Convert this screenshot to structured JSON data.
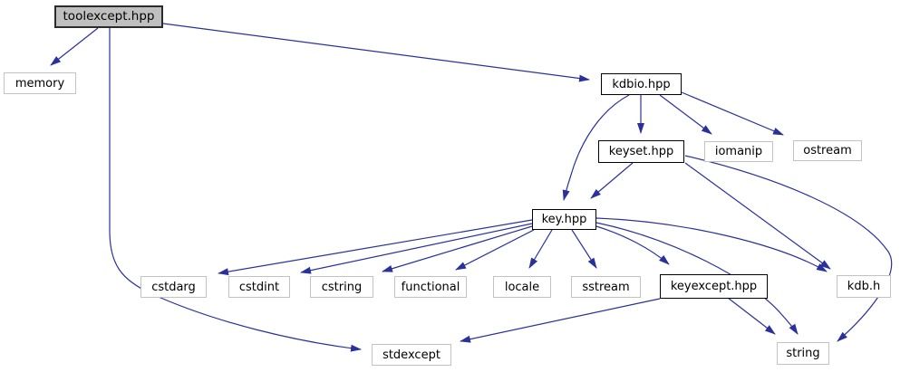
{
  "diagram": {
    "name": "toolexcept.hpp include dependency graph",
    "colors": {
      "edge": "#2a319b",
      "root_fill": "#bfbfbf",
      "root_border": "#2b2b2b",
      "linked_border": "#000000",
      "leaf_border": "#c2c2c2",
      "background": "#ffffff",
      "text": "#000000"
    },
    "nodes": [
      {
        "id": "toolexcept",
        "label": "toolexcept.hpp",
        "kind": "root"
      },
      {
        "id": "memory",
        "label": "memory",
        "kind": "leaf"
      },
      {
        "id": "kdbio",
        "label": "kdbio.hpp",
        "kind": "linked"
      },
      {
        "id": "keyset",
        "label": "keyset.hpp",
        "kind": "linked"
      },
      {
        "id": "iomanip",
        "label": "iomanip",
        "kind": "leaf"
      },
      {
        "id": "ostream",
        "label": "ostream",
        "kind": "leaf"
      },
      {
        "id": "key",
        "label": "key.hpp",
        "kind": "linked"
      },
      {
        "id": "cstdarg",
        "label": "cstdarg",
        "kind": "leaf"
      },
      {
        "id": "cstdint",
        "label": "cstdint",
        "kind": "leaf"
      },
      {
        "id": "cstring",
        "label": "cstring",
        "kind": "leaf"
      },
      {
        "id": "functional",
        "label": "functional",
        "kind": "leaf"
      },
      {
        "id": "locale",
        "label": "locale",
        "kind": "leaf"
      },
      {
        "id": "sstream",
        "label": "sstream",
        "kind": "leaf"
      },
      {
        "id": "keyexcept",
        "label": "keyexcept.hpp",
        "kind": "linked"
      },
      {
        "id": "kdbh",
        "label": "kdb.h",
        "kind": "leaf"
      },
      {
        "id": "stdexcept",
        "label": "stdexcept",
        "kind": "leaf"
      },
      {
        "id": "string",
        "label": "string",
        "kind": "leaf"
      }
    ],
    "edges": [
      {
        "from": "toolexcept.hpp",
        "to": "memory"
      },
      {
        "from": "toolexcept.hpp",
        "to": "kdbio.hpp"
      },
      {
        "from": "toolexcept.hpp",
        "to": "stdexcept"
      },
      {
        "from": "kdbio.hpp",
        "to": "keyset.hpp"
      },
      {
        "from": "kdbio.hpp",
        "to": "key.hpp"
      },
      {
        "from": "kdbio.hpp",
        "to": "iomanip"
      },
      {
        "from": "kdbio.hpp",
        "to": "ostream"
      },
      {
        "from": "keyset.hpp",
        "to": "key.hpp"
      },
      {
        "from": "keyset.hpp",
        "to": "kdb.h"
      },
      {
        "from": "keyset.hpp",
        "to": "string"
      },
      {
        "from": "key.hpp",
        "to": "cstdarg"
      },
      {
        "from": "key.hpp",
        "to": "cstdint"
      },
      {
        "from": "key.hpp",
        "to": "cstring"
      },
      {
        "from": "key.hpp",
        "to": "functional"
      },
      {
        "from": "key.hpp",
        "to": "locale"
      },
      {
        "from": "key.hpp",
        "to": "sstream"
      },
      {
        "from": "key.hpp",
        "to": "keyexcept.hpp"
      },
      {
        "from": "key.hpp",
        "to": "kdb.h"
      },
      {
        "from": "key.hpp",
        "to": "string"
      },
      {
        "from": "keyexcept.hpp",
        "to": "stdexcept"
      },
      {
        "from": "keyexcept.hpp",
        "to": "string"
      }
    ]
  }
}
